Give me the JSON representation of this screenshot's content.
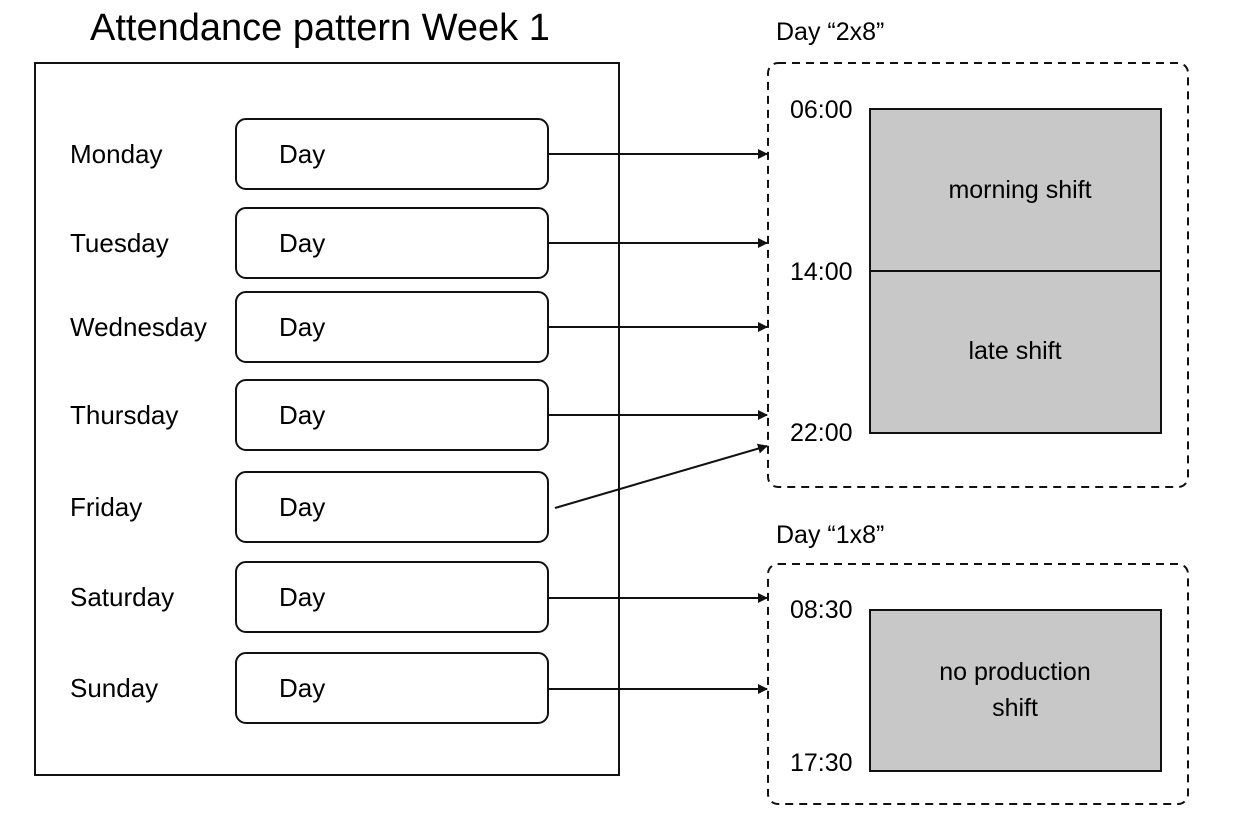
{
  "pattern": {
    "title": "Attendance pattern Week 1",
    "days": [
      {
        "name": "Monday",
        "box": "Day",
        "target": "2x8"
      },
      {
        "name": "Tuesday",
        "box": "Day",
        "target": "2x8"
      },
      {
        "name": "Wednesday",
        "box": "Day",
        "target": "2x8"
      },
      {
        "name": "Thursday",
        "box": "Day",
        "target": "2x8"
      },
      {
        "name": "Friday",
        "box": "Day",
        "target": "2x8"
      },
      {
        "name": "Saturday",
        "box": "Day",
        "target": "1x8"
      },
      {
        "name": "Sunday",
        "box": "Day",
        "target": "1x8"
      }
    ]
  },
  "day_2x8": {
    "title": "Day “2x8”",
    "times": [
      "06:00",
      "14:00",
      "22:00"
    ],
    "shifts": [
      "morning shift",
      "late shift"
    ]
  },
  "day_1x8": {
    "title": "Day “1x8”",
    "times": [
      "08:30",
      "17:30"
    ],
    "shift_lines": [
      "no production",
      "shift"
    ]
  },
  "colors": {
    "shift_fill": "#c8c8c9",
    "stroke": "#111111"
  }
}
